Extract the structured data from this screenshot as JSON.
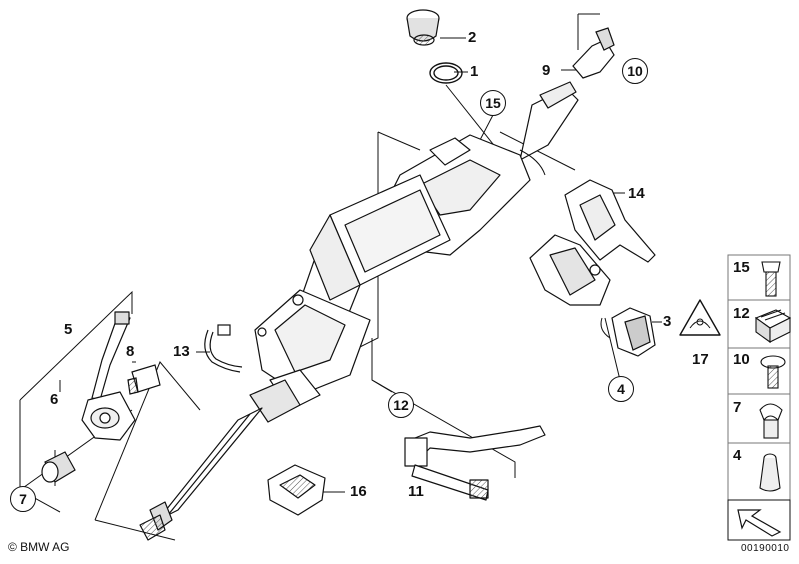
{
  "callouts": {
    "c1": "1",
    "c2": "2",
    "c3": "3",
    "c4": "4",
    "c5": "5",
    "c6": "6",
    "c7": "7",
    "c8": "8",
    "c9": "9",
    "c10": "10",
    "c11": "11",
    "c12": "12",
    "c13": "13",
    "c14": "14",
    "c15": "15",
    "c16": "16",
    "c17": "17"
  },
  "legend": [
    {
      "label": "15",
      "icon": "bolt-icon"
    },
    {
      "label": "12",
      "icon": "clip-block-icon"
    },
    {
      "label": "10",
      "icon": "screw-icon"
    },
    {
      "label": "7",
      "icon": "cable-clip-icon"
    },
    {
      "label": "4",
      "icon": "grommet-icon"
    }
  ],
  "footer": {
    "copyright": "© BMW AG",
    "doc_number": "00190010"
  },
  "colors": {
    "line": "#111111",
    "part_fill": "#ffffff",
    "part_shade": "#d6d6d6",
    "frame": "#777777"
  }
}
